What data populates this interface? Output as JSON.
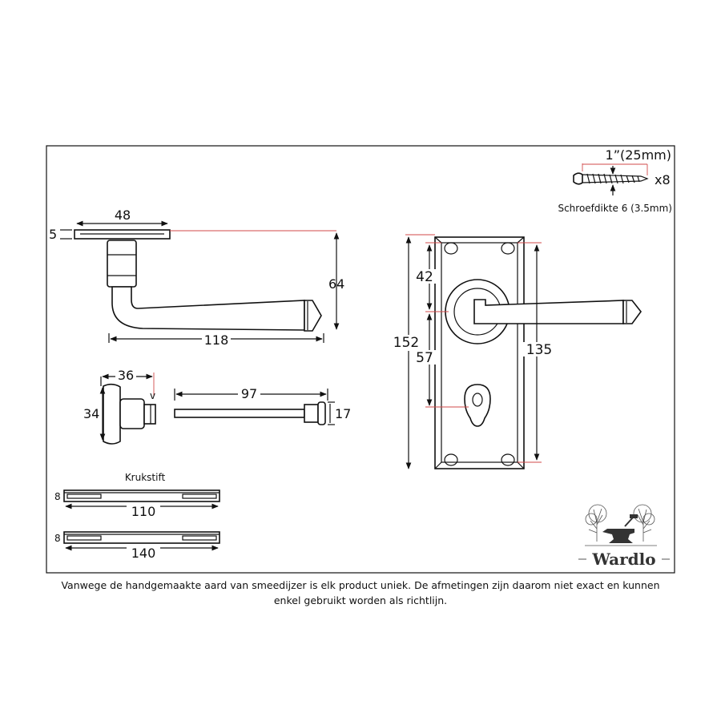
{
  "dimensions": {
    "rose_width": "48",
    "rose_thickness": "5",
    "lever_height": "64",
    "lever_length": "118",
    "turn_width": "36",
    "turn_height": "34",
    "release_length": "97",
    "release_diameter": "17",
    "backplate_height": "152",
    "backplate_inner_height": "135",
    "lever_to_top": "42",
    "centres": "57"
  },
  "screw": {
    "length": "1”(25mm)",
    "quantity": "x8",
    "gauge": "Schroefdikte 6 (3.5mm)"
  },
  "spindle": {
    "title": "Krukstift",
    "bar1_thickness": "8",
    "bar1_length": "110",
    "bar2_thickness": "8",
    "bar2_length": "140"
  },
  "logo": {
    "text": "Wardlo"
  },
  "footnote": "Vanwege de handgemaakte aard van smeedijzer is elk product uniek. De afmetingen zijn daarom niet exact en kunnen enkel gebruikt worden als richtlijn."
}
